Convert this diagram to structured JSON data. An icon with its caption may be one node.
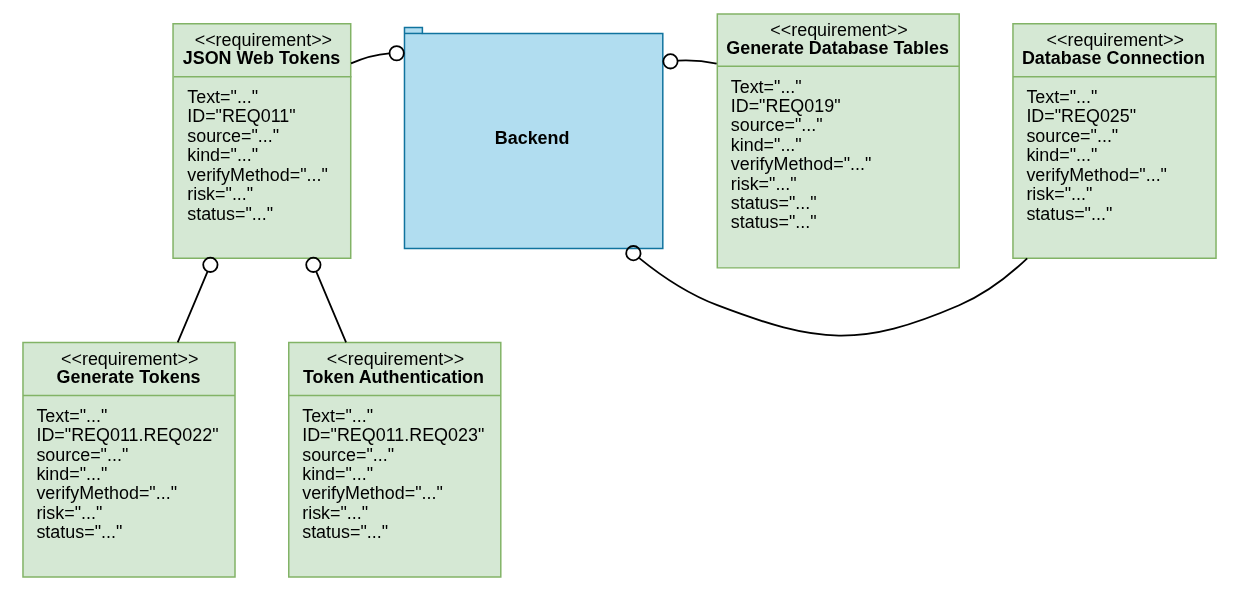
{
  "diagram": {
    "nodes": [
      {
        "text": [
          "<<requirement>>",
          "JSON Web Tokens",
          "Text=\"...\"",
          "ID=\"REQ011\"",
          "source=\"...\"",
          "kind=\"...\"",
          "verifyMethod=\"...\"",
          "risk=\"...\"",
          "status=\"...\""
        ]
      },
      {
        "text": [
          "Backend"
        ]
      },
      {
        "text": [
          "<<requirement>>",
          "Generate Database Tables",
          "Text=\"...\"",
          "ID=\"REQ019\"",
          "source=\"...\"",
          "kind=\"...\"",
          "verifyMethod=\"...\"",
          "risk=\"...\"",
          "status=\"...\"",
          "status=\"...\""
        ]
      },
      {
        "text": [
          "<<requirement>>",
          "Generate Tokens",
          "Text=\"...\"",
          "ID=\"REQ011.REQ022\"",
          "source=\"...\"",
          "kind=\"...\"",
          "verifyMethod=\"...\"",
          "risk=\"...\"",
          "status=\"...\""
        ]
      },
      {
        "text": [
          "<<requirement>>",
          "Token Authentication",
          "Text=\"...\"",
          "ID=\"REQ011.REQ023\"",
          "source=\"...\"",
          "kind=\"...\"",
          "verifyMethod=\"...\"",
          "risk=\"...\"",
          "status=\"...\""
        ]
      },
      {
        "text": [
          "<<requirement>>",
          "Database Connection",
          "Text=\"...\"",
          "ID=\"REQ025\"",
          "source=\"...\"",
          "kind=\"...\"",
          "verifyMethod=\"...\"",
          "risk=\"...\"",
          "status=\"...\""
        ]
      }
    ],
    "edges": [
      {
        "from": 0,
        "to": 1,
        "arrow": "other"
      },
      {
        "from": 2,
        "to": 1,
        "arrow": "other"
      },
      {
        "from": 3,
        "to": 0,
        "arrow": "other"
      },
      {
        "from": 4,
        "to": 0,
        "arrow": "other"
      },
      {
        "from": 5,
        "to": 1,
        "arrow": "other"
      }
    ]
  }
}
